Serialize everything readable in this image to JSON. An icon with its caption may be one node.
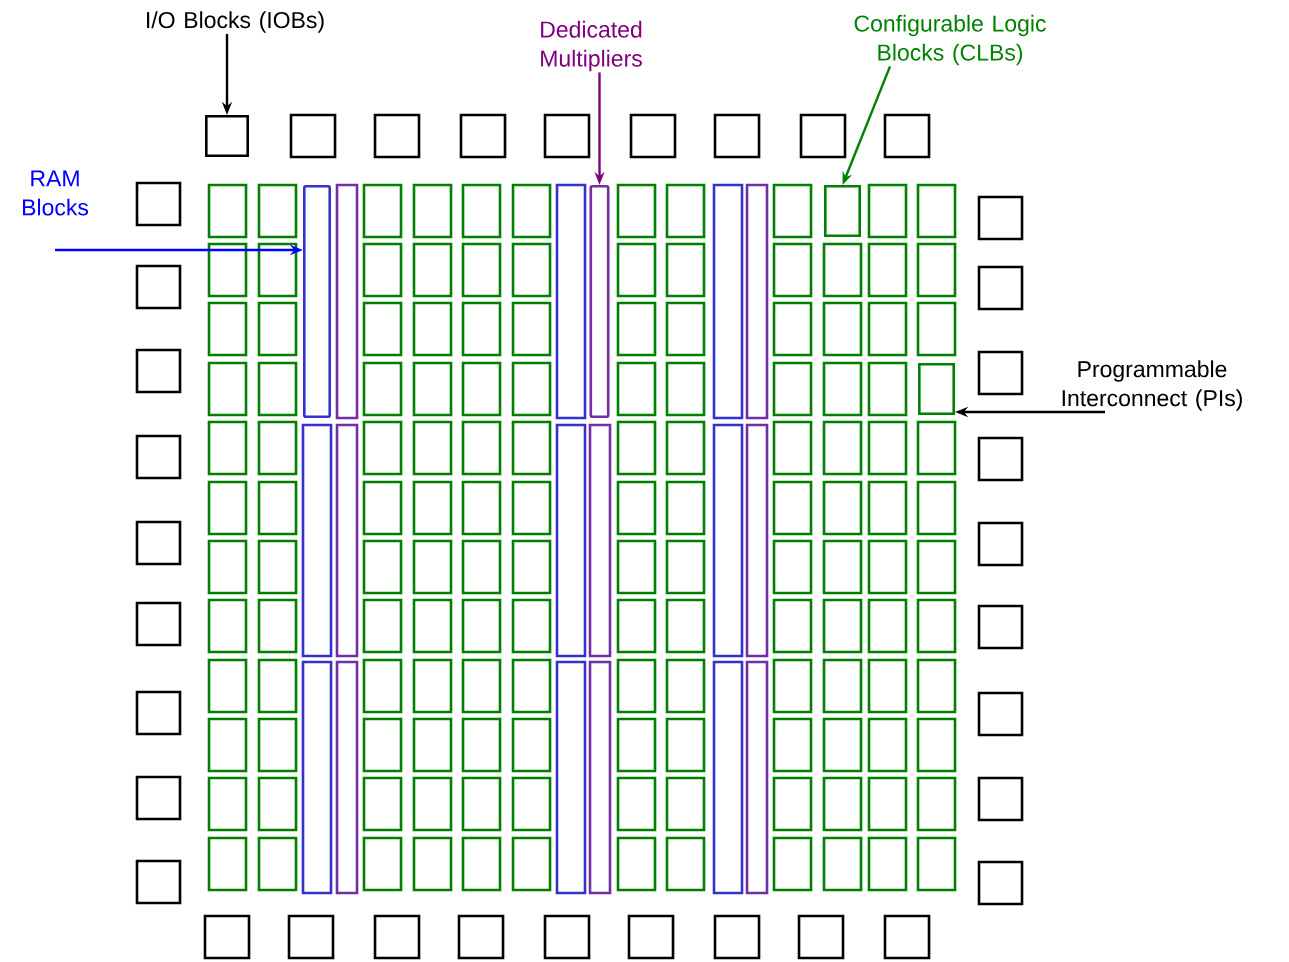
{
  "diagram": {
    "nodes": [
      {
        "text": [
          "I/O Blocks (IOBs)"
        ]
      },
      {
        "text": [],
        "shape": "box"
      },
      {
        "text": [
          "RAM Blocks"
        ]
      },
      {
        "text": [],
        "shape": "bar"
      },
      {
        "text": [
          "Dedicated Multipliers"
        ]
      },
      {
        "text": [],
        "shape": "bar"
      },
      {
        "text": [
          "Configurable Logic Blocks (CLBs)"
        ]
      },
      {
        "text": [],
        "shape": "box"
      },
      {
        "text": [
          "Programmable Interconnect (PIs)"
        ]
      },
      {
        "text": [],
        "shape": "box"
      }
    ],
    "edges": [
      {
        "from": 0,
        "to": 1,
        "arrow": "to"
      },
      {
        "from": 2,
        "to": 3,
        "arrow": "to",
        "color": "#0000ff"
      },
      {
        "from": 4,
        "to": 5,
        "arrow": "to",
        "color": "#800080"
      },
      {
        "from": 6,
        "to": 7,
        "arrow": "to",
        "color": "#008000"
      },
      {
        "from": 8,
        "to": 9,
        "arrow": "to"
      }
    ]
  }
}
